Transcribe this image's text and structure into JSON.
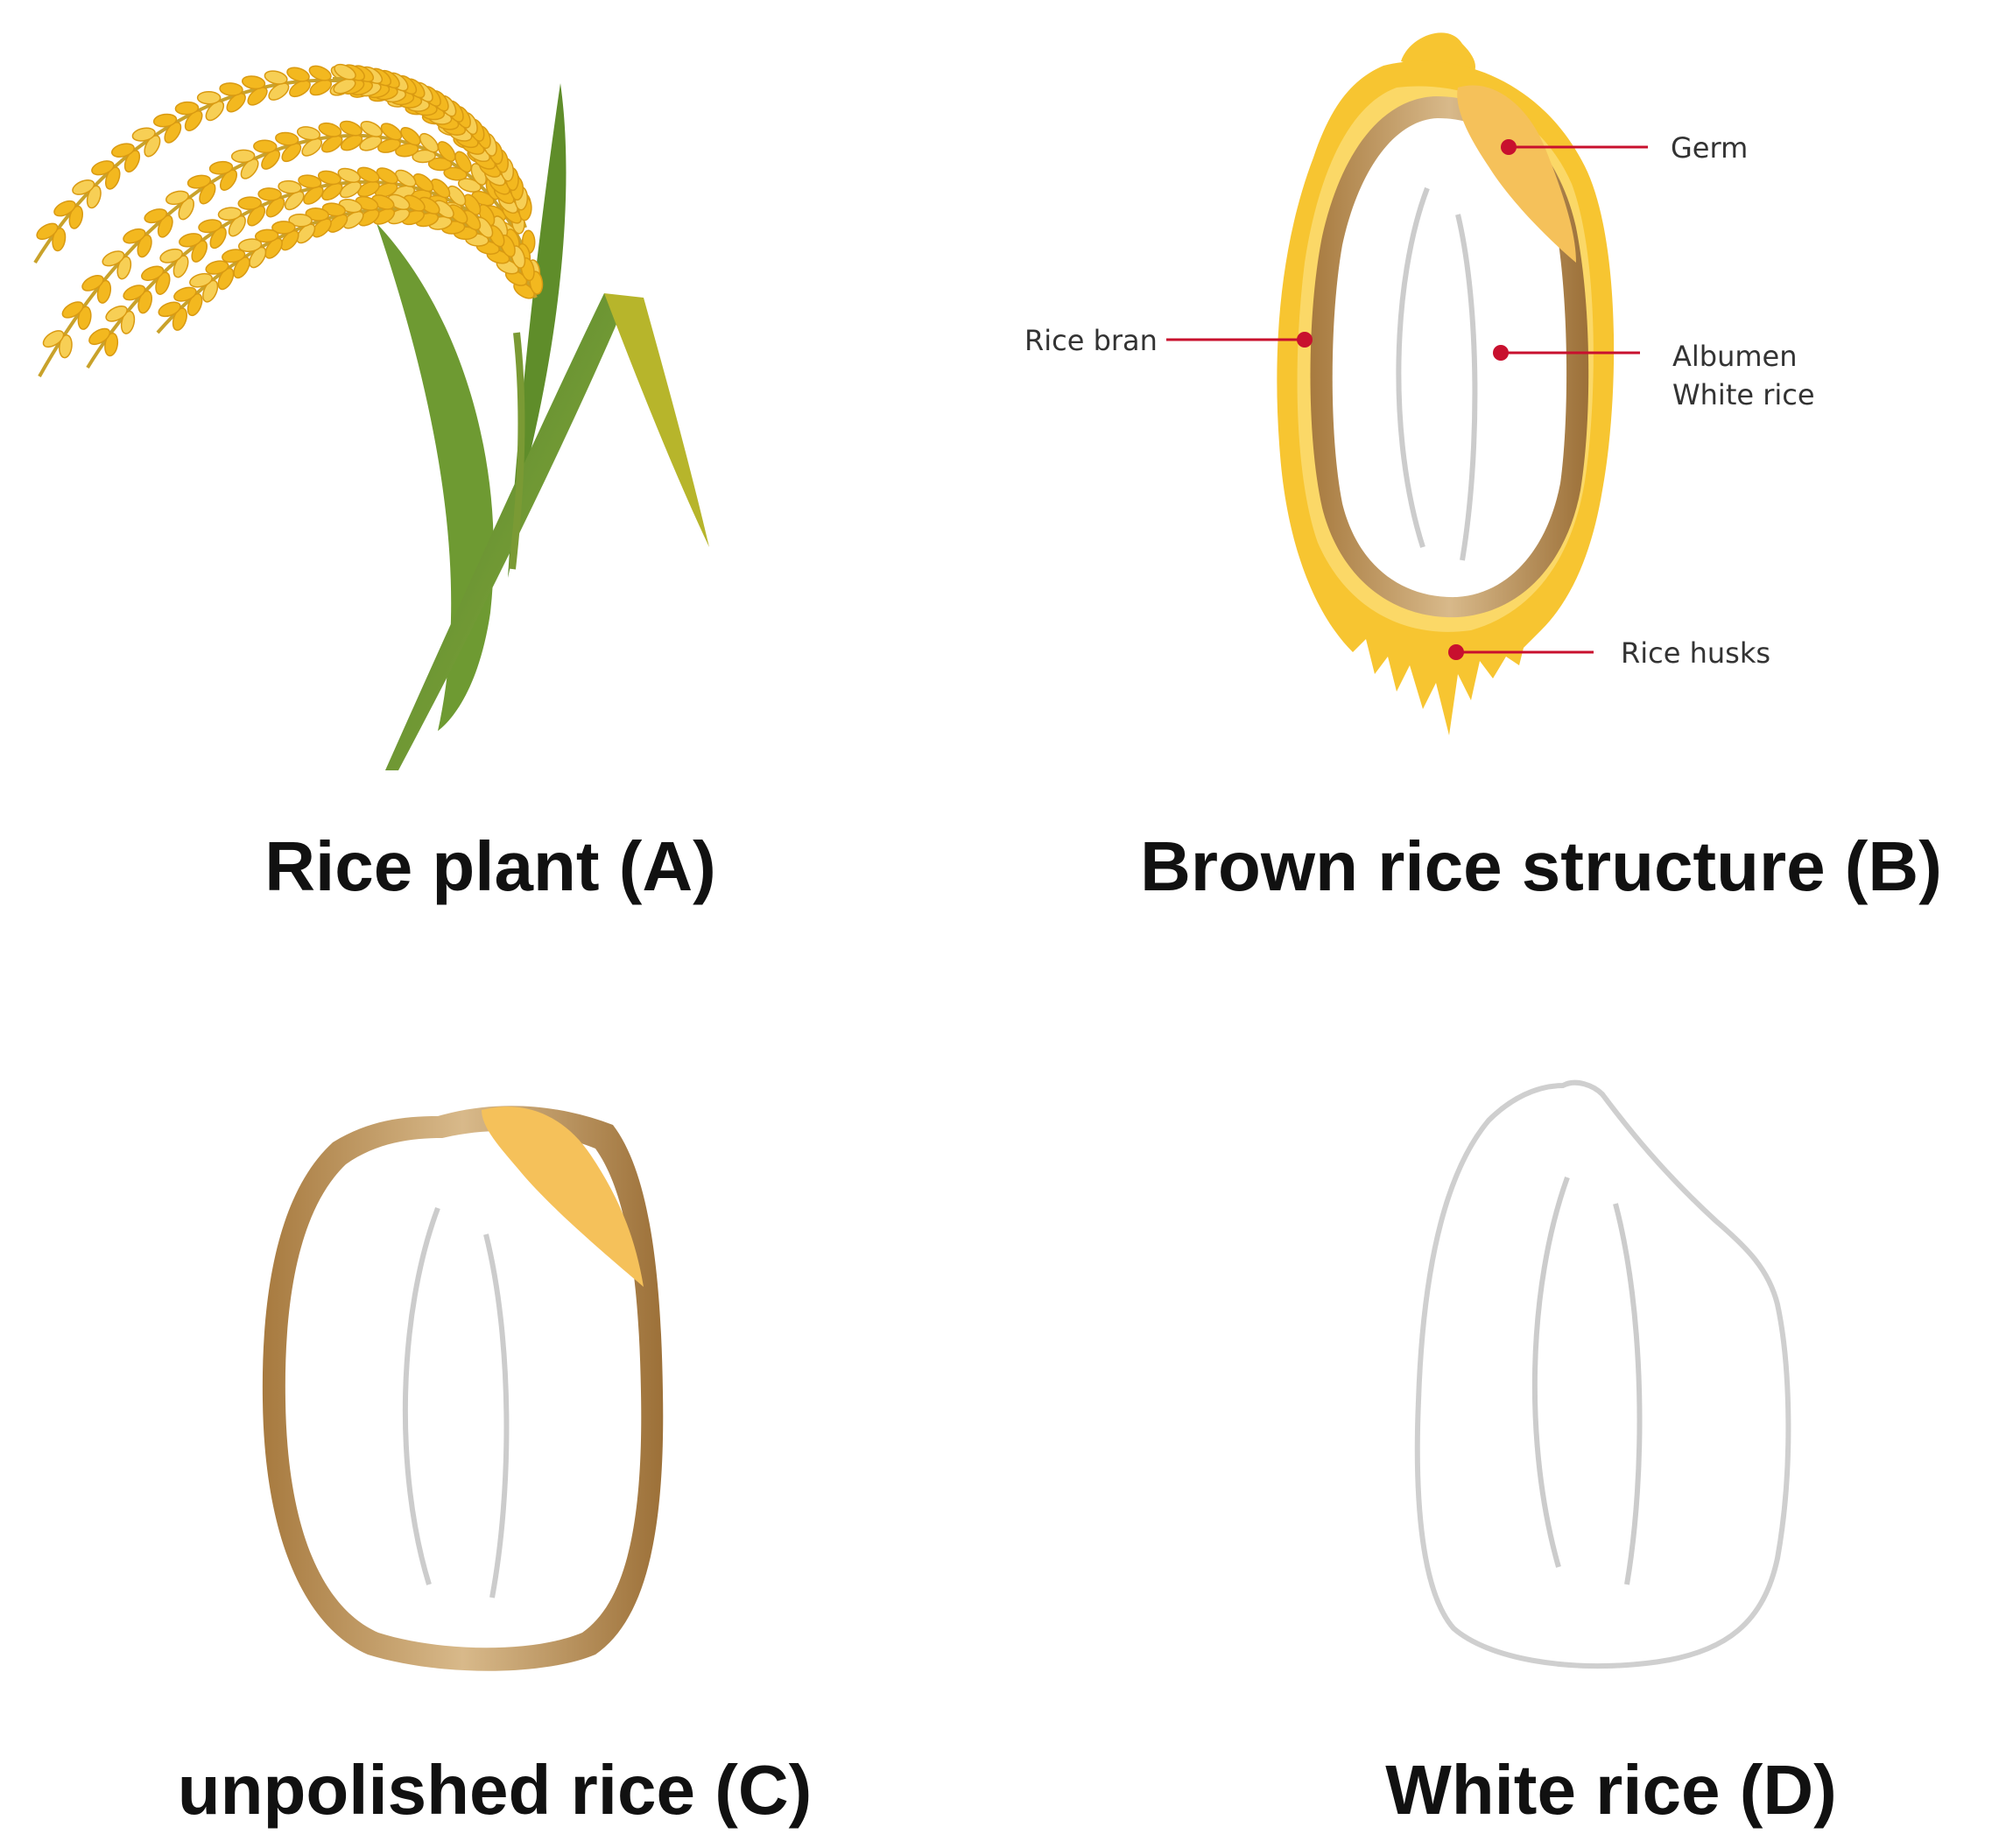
{
  "panels": {
    "a": {
      "title": "Rice plant (A)"
    },
    "b": {
      "title": "Brown rice structure (B)"
    },
    "c": {
      "title": "unpolished rice (C)"
    },
    "d": {
      "title": "White rice (D)"
    }
  },
  "callouts": {
    "germ": "Germ",
    "rice_bran": "Rice bran",
    "albumen": "Albumen",
    "white_rice": "White rice",
    "rice_husks": "Rice husks"
  },
  "colors": {
    "husk": "#f7c531",
    "husk_light": "#fbd867",
    "bran": "#b58a4f",
    "bran_light": "#d9b98a",
    "germ": "#f5c15a",
    "grain_fill": "#ffffff",
    "crease": "#c8c8c8",
    "white_outline": "#cfcfcf",
    "callout_line": "#c8102e",
    "leaf_dark": "#5c8a2c",
    "leaf_mid": "#7ea33a",
    "leaf_light": "#b4ba2a",
    "spikelet": "#f3b81f",
    "spikelet_light": "#f7cf55"
  },
  "icons": [
    "rice-plant-illustration",
    "brown-rice-structure-illustration",
    "unpolished-rice-grain-illustration",
    "white-rice-grain-illustration"
  ]
}
